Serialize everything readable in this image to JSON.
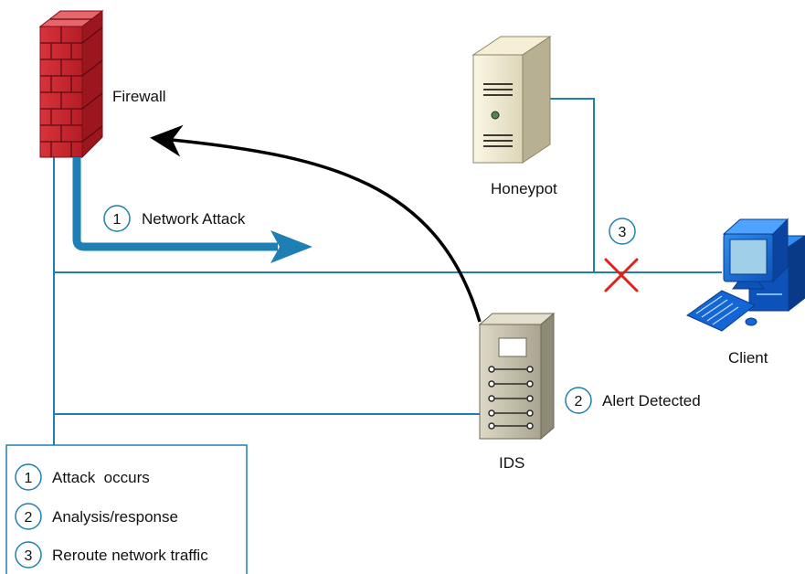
{
  "labels": {
    "firewall": "Firewall",
    "honeypot": "Honeypot",
    "client": "Client",
    "ids": "IDS"
  },
  "callouts": {
    "network_attack": {
      "number": "1",
      "text": "Network Attack"
    },
    "alert_detected": {
      "number": "2",
      "text": "Alert Detected"
    },
    "reroute_marker": {
      "number": "3"
    }
  },
  "legend": {
    "items": [
      {
        "number": "1",
        "text": "Attack  occurs"
      },
      {
        "number": "2",
        "text": "Analysis/response"
      },
      {
        "number": "3",
        "text": "Reroute network traffic"
      }
    ]
  },
  "colors": {
    "wire": "#1d7fb3",
    "attack_arrow": "#1d7fb3",
    "blocked_x": "#e0201b",
    "firewall_brick": "#c8202a",
    "response_arrow": "#000000"
  },
  "icons": {
    "firewall": "brick-wall-icon",
    "honeypot": "server-tower-icon",
    "client": "desktop-computer-icon",
    "ids": "ids-appliance-icon",
    "blocked": "x-mark-icon"
  }
}
